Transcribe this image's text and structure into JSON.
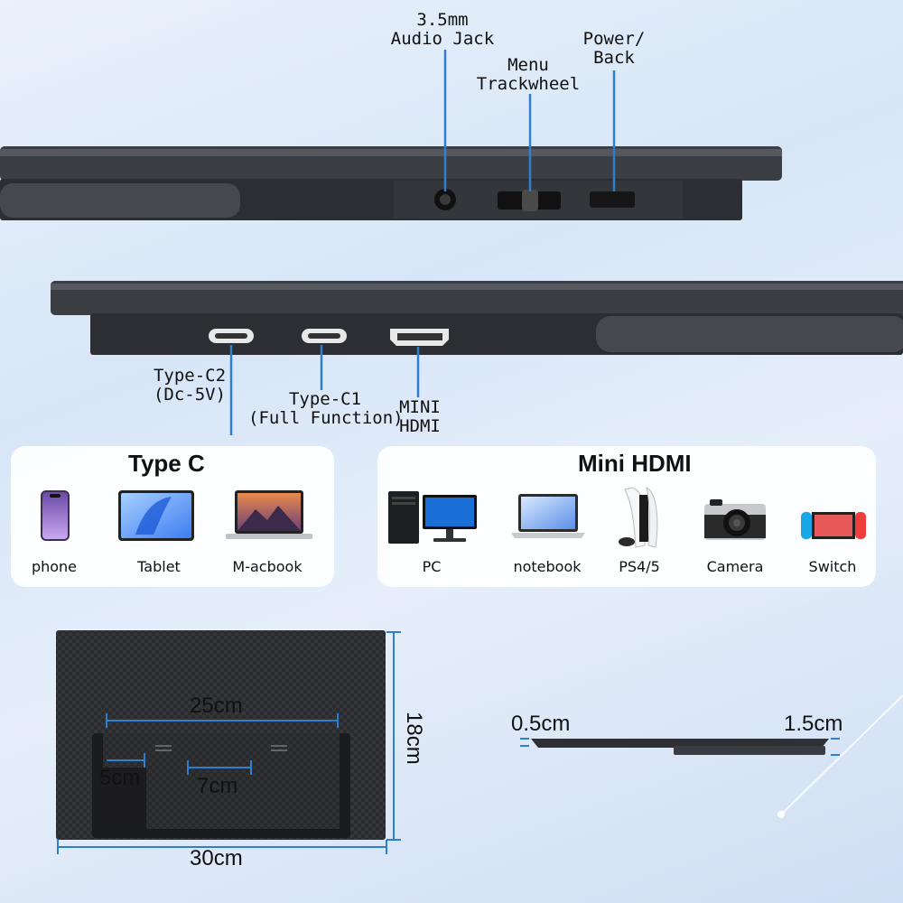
{
  "ports_top": {
    "audio": "3.5mm\nAudio Jack",
    "menu": "Menu\nTrackwheel",
    "power": "Power/\nBack"
  },
  "ports_bottom": {
    "typec2": "Type-C2\n(Dc-5V)",
    "typec1": "Type-C1\n(Full Function)",
    "minihdmi": "MINI\nHDMI"
  },
  "type_c_card": {
    "title": "Type C",
    "devices": [
      {
        "label": "phone",
        "icon": "phone-icon"
      },
      {
        "label": "Tablet",
        "icon": "tablet-icon"
      },
      {
        "label": "M-acbook",
        "icon": "laptop-icon"
      }
    ]
  },
  "hdmi_card": {
    "title": "Mini HDMI",
    "devices": [
      {
        "label": "PC",
        "icon": "desktop-pc-icon"
      },
      {
        "label": "notebook",
        "icon": "notebook-icon"
      },
      {
        "label": "PS4/5",
        "icon": "game-console-icon"
      },
      {
        "label": "Camera",
        "icon": "camera-icon"
      },
      {
        "label": "Switch",
        "icon": "handheld-console-icon"
      }
    ]
  },
  "dimensions": {
    "stand_width": "25cm",
    "height": "18cm",
    "slot": "5cm",
    "kick": "7cm",
    "width": "30cm",
    "thin": "0.5cm",
    "thick": "1.5cm"
  },
  "colors": {
    "accent": "#2f7fd0",
    "device": "#2a2c30"
  }
}
